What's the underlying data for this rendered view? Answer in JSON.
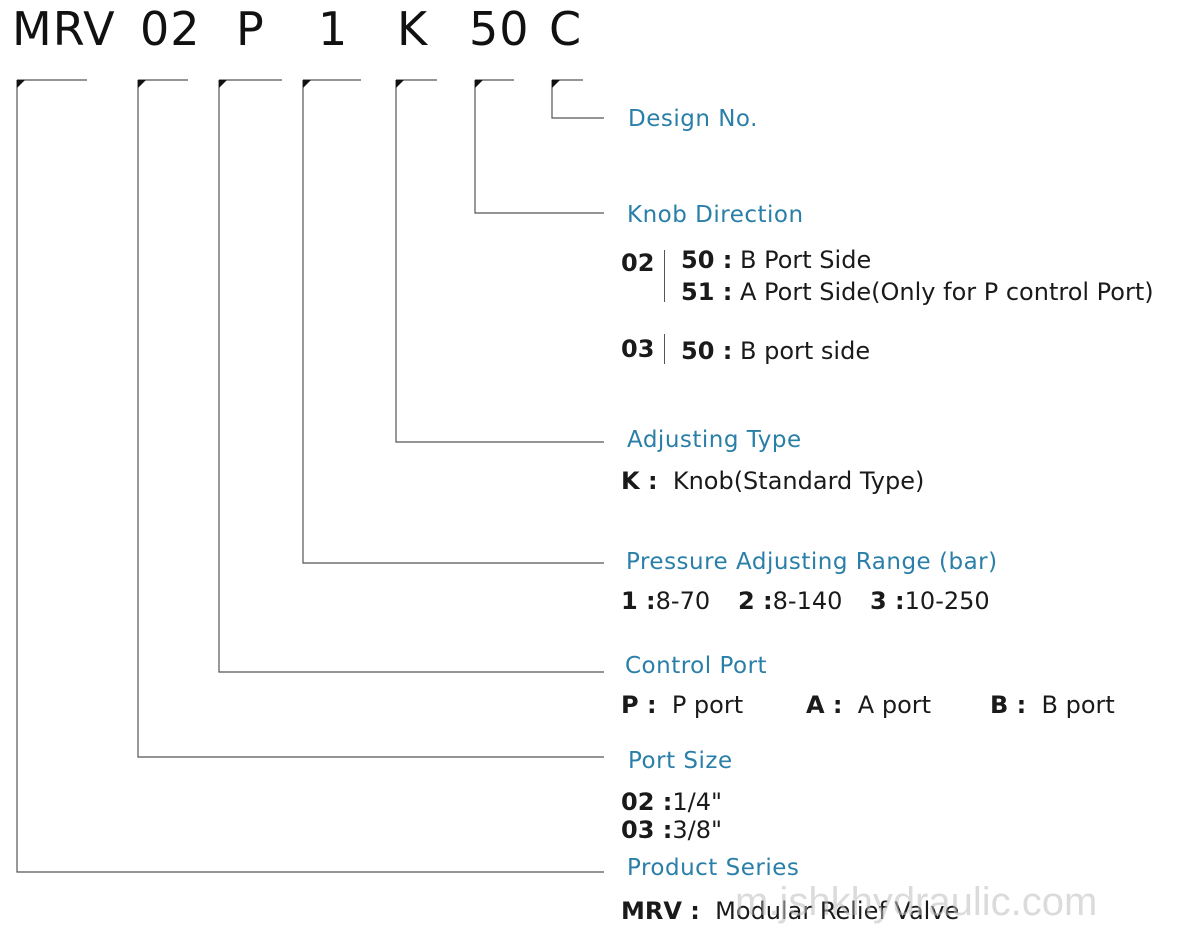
{
  "code_segments": [
    "MRV",
    "02",
    "P",
    "1",
    "K",
    "50",
    "C"
  ],
  "design": {
    "heading": "Design No."
  },
  "knob_direction": {
    "heading": "Knob Direction",
    "size_02": "02",
    "opt_50_code": "50 :",
    "opt_50_text": "B Port Side",
    "opt_51_code": "51 :",
    "opt_51_text": "A Port Side(Only for P control Port)",
    "size_03": "03",
    "opt_03_50_code": "50 :",
    "opt_03_50_text": "B port side"
  },
  "adjusting_type": {
    "heading": "Adjusting Type",
    "k_code": "K :",
    "k_text": "Knob(Standard Type)"
  },
  "pressure_range": {
    "heading": "Pressure Adjusting Range (bar)",
    "r1_code": "1 :",
    "r1_text": "8-70",
    "r2_code": "2 :",
    "r2_text": "8-140",
    "r3_code": "3 :",
    "r3_text": "10-250"
  },
  "control_port": {
    "heading": "Control Port",
    "p_code": "P :",
    "p_text": "P port",
    "a_code": "A :",
    "a_text": "A port",
    "b_code": "B :",
    "b_text": "B port"
  },
  "port_size": {
    "heading": "Port Size",
    "s02_code": "02 :",
    "s02_text": "1/4\"",
    "s03_code": "03 :",
    "s03_text": "3/8\""
  },
  "product_series": {
    "heading": "Product Series",
    "mrv_code": "MRV :",
    "mrv_text": "Modular Relief Valve"
  },
  "watermark": "m.jshkhydraulic.com",
  "colors": {
    "heading": "#2a7fa8",
    "line": "#555555"
  }
}
